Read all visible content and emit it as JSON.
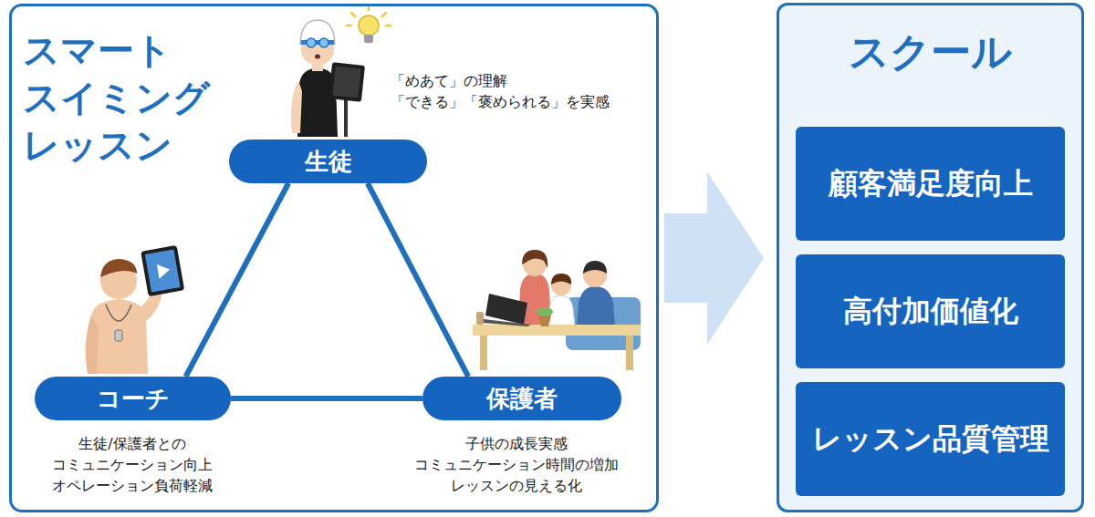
{
  "diagram": {
    "nodes": [
      {
        "text": [
          "スマート スイミング レッスン"
        ]
      },
      {
        "text": [
          "生徒"
        ],
        "in": 0
      },
      {
        "text": [
          "コーチ"
        ],
        "in": 0
      },
      {
        "text": [
          "保護者"
        ],
        "in": 0
      },
      {
        "text": [
          "スクール"
        ]
      },
      {
        "text": [
          "顧客満足度向上"
        ],
        "in": 4
      },
      {
        "text": [
          "高付加価値化"
        ],
        "in": 4
      },
      {
        "text": [
          "レッスン品質管理"
        ],
        "in": 4
      }
    ],
    "edges": [
      {
        "from": 1,
        "to": 2,
        "arrow": "none"
      },
      {
        "from": 1,
        "to": 3,
        "arrow": "none"
      },
      {
        "from": 2,
        "to": 3,
        "arrow": "none"
      },
      {
        "from": 0,
        "to": 4,
        "arrow": "to"
      }
    ],
    "labels": [
      "「めあて」の理解",
      "「できる」「褒められる」を実感",
      "生徒/保護者との",
      "コミュニケーション向上",
      "オペレーション負荷軽減",
      "子供の成長実感",
      "コミュニケーション時間の増加",
      "レッスンの見える化"
    ]
  }
}
